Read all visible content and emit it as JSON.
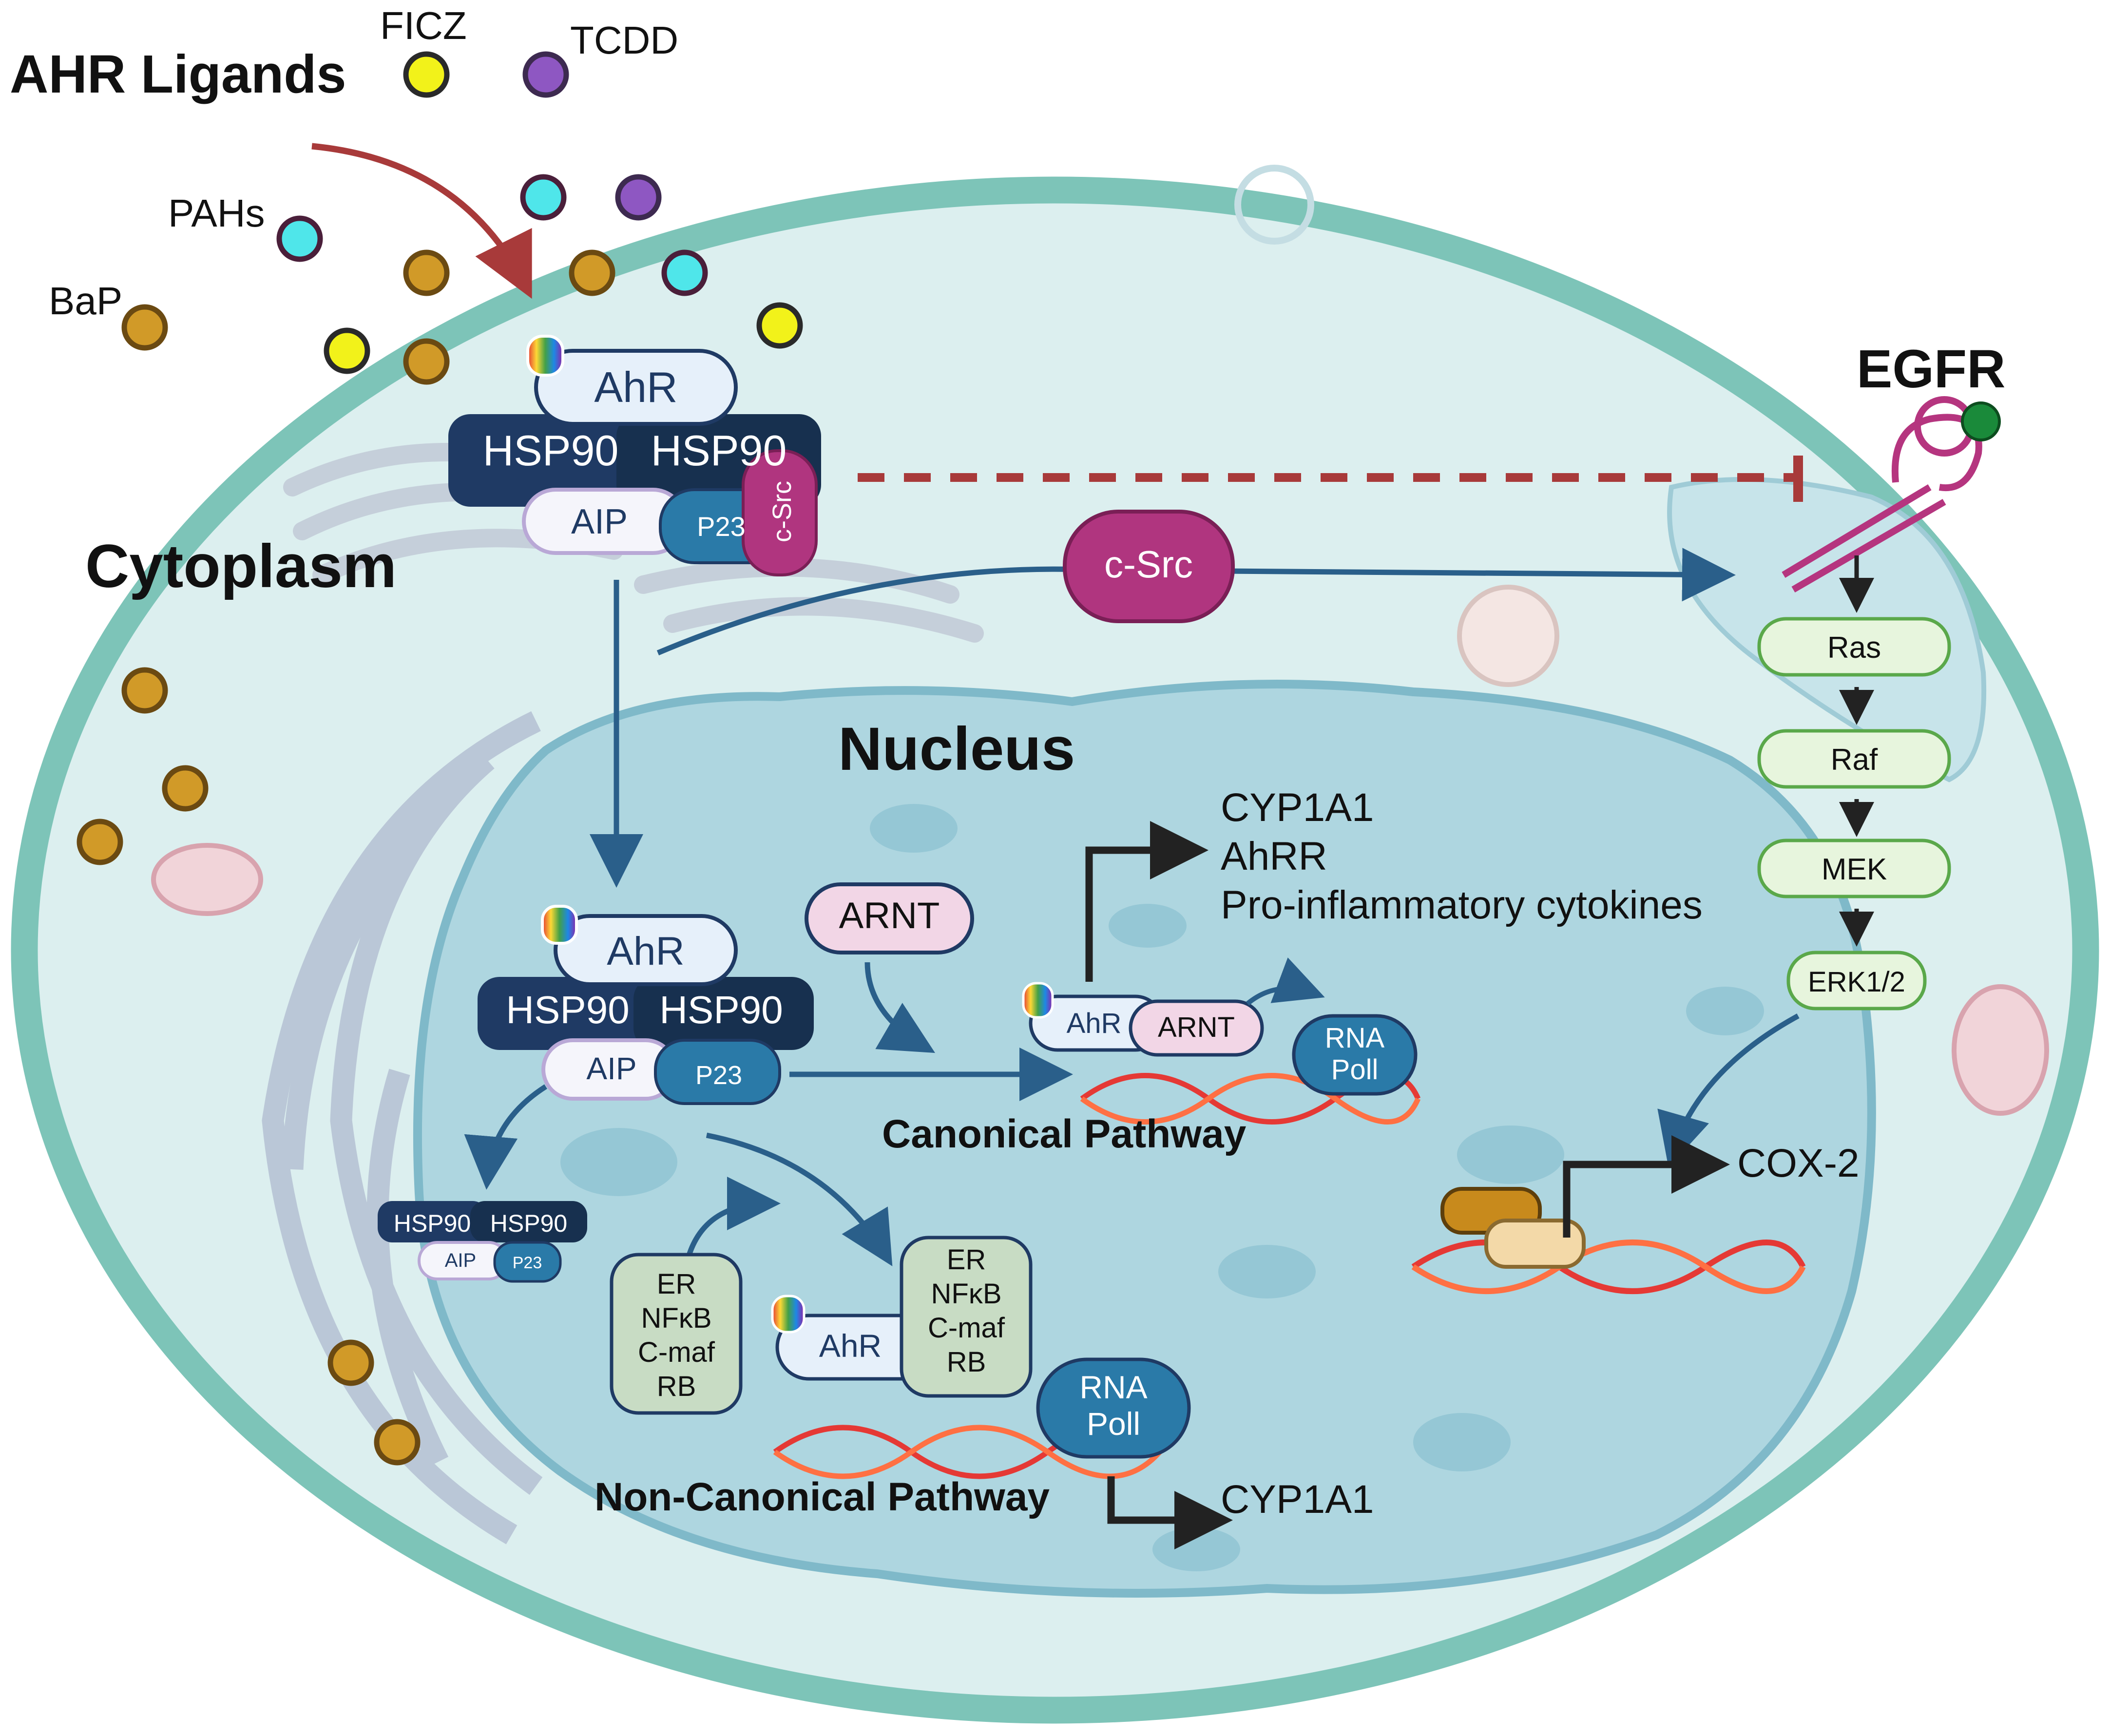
{
  "labels": {
    "ahr_ligands": "AHR Ligands",
    "ficz": "FICZ",
    "tcdd": "TCDD",
    "pahs": "PAHs",
    "bap": "BaP",
    "cytoplasm": "Cytoplasm",
    "nucleus": "Nucleus",
    "egfr": "EGFR",
    "canonical": "Canonical Pathway",
    "non_canonical": "Non-Canonical Pathway"
  },
  "complex_top": {
    "ahr": "AhR",
    "hsp90_a": "HSP90",
    "hsp90_b": "HSP90",
    "aip": "AIP",
    "p23": "P23",
    "csrc": "c-Src"
  },
  "csrc_free": "c-Src",
  "complex_nuc": {
    "ahr": "AhR",
    "hsp90_a": "HSP90",
    "hsp90_b": "HSP90",
    "aip": "AIP",
    "p23": "P23"
  },
  "complex_released": {
    "hsp90_a": "HSP90",
    "hsp90_b": "HSP90",
    "aip": "AIP",
    "p23": "P23"
  },
  "arnt": "ARNT",
  "canonical_complex": {
    "ahr": "AhR",
    "arnt": "ARNT",
    "rna_line1": "RNA",
    "rna_line2": "Poll"
  },
  "targets": {
    "t1": "CYP1A1",
    "t2": "AhRR",
    "t3": "Pro-inflammatory cytokines"
  },
  "partners_left": [
    "ER",
    "NFκB",
    "C-maf",
    "RB"
  ],
  "partners_right": [
    "ER",
    "NFκB",
    "C-maf",
    "RB"
  ],
  "noncanonical_complex": {
    "ahr": "AhR",
    "rna_line1": "RNA",
    "rna_line2": "Poll"
  },
  "noncanonical_target": "CYP1A1",
  "mapk": [
    "Ras",
    "Raf",
    "MEK",
    "ERK1/2"
  ],
  "cox2": "COX-2",
  "colors": {
    "cell_border": "#7dc4b8",
    "cytoplasm": "#dcefef",
    "nucleus": "#aed6e0",
    "hsp90": "#1f3a64",
    "ahr": "#e6f0fa",
    "p23": "#2a7aa8",
    "csrc": "#b0357f",
    "arnt": "#f2d6e6",
    "arrow": "#2a5f8a",
    "inhibit": "#a83a3a"
  }
}
